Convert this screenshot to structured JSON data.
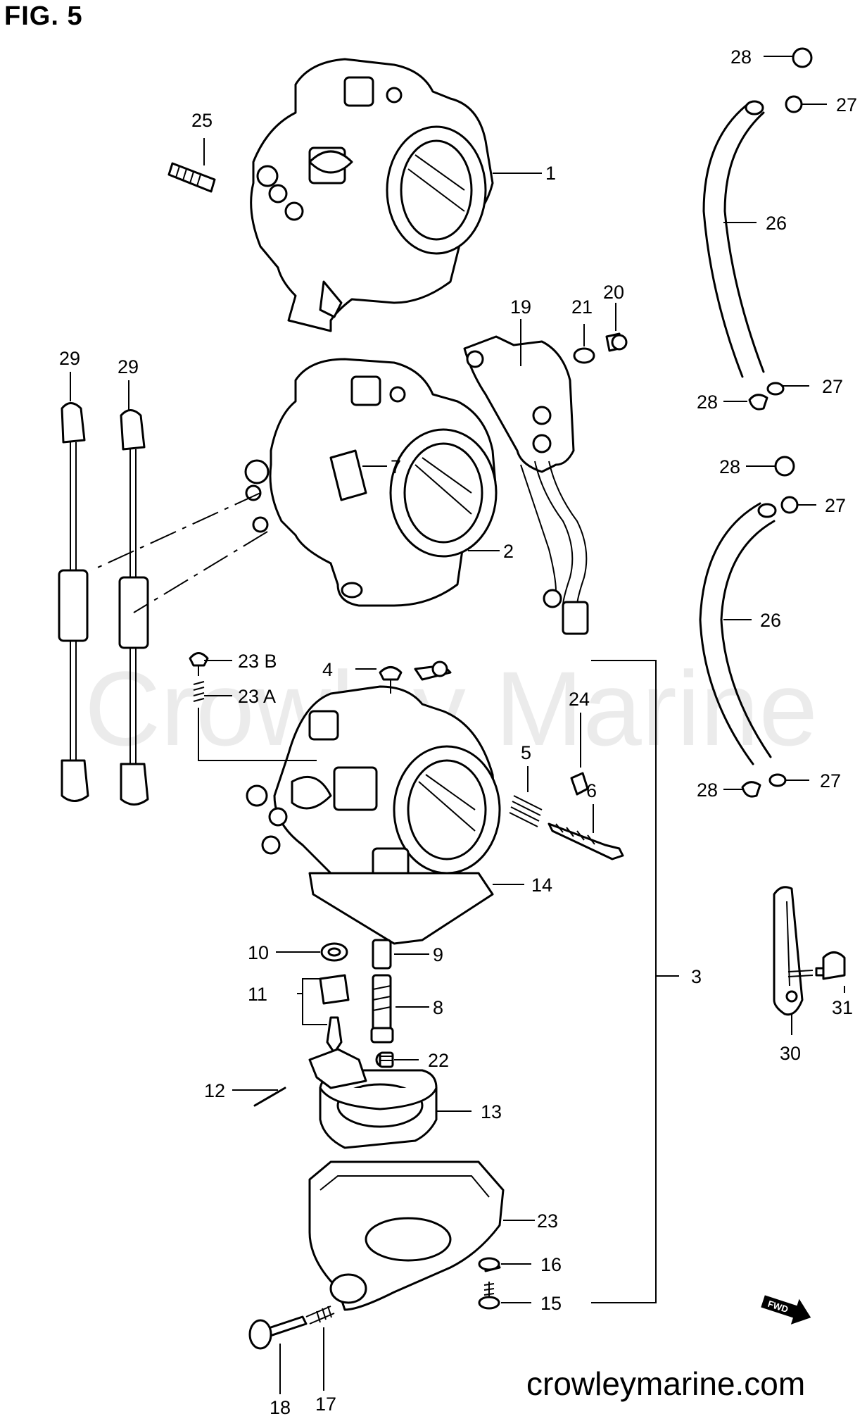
{
  "figure": {
    "title": "FIG. 5",
    "watermark_faint": "Crowley Marine",
    "watermark_site": "crowleymarine.com",
    "fwd_badge": "FWD"
  },
  "callouts": [
    {
      "id": "c1",
      "text": "1"
    },
    {
      "id": "c2",
      "text": "2"
    },
    {
      "id": "c3",
      "text": "3"
    },
    {
      "id": "c4",
      "text": "4"
    },
    {
      "id": "c5",
      "text": "5"
    },
    {
      "id": "c6",
      "text": "6"
    },
    {
      "id": "c7",
      "text": "7"
    },
    {
      "id": "c8",
      "text": "8"
    },
    {
      "id": "c9",
      "text": "9"
    },
    {
      "id": "c10",
      "text": "10"
    },
    {
      "id": "c11",
      "text": "11"
    },
    {
      "id": "c12",
      "text": "12"
    },
    {
      "id": "c13",
      "text": "13"
    },
    {
      "id": "c14",
      "text": "14"
    },
    {
      "id": "c15",
      "text": "15"
    },
    {
      "id": "c16",
      "text": "16"
    },
    {
      "id": "c17",
      "text": "17"
    },
    {
      "id": "c18",
      "text": "18"
    },
    {
      "id": "c19",
      "text": "19"
    },
    {
      "id": "c20",
      "text": "20"
    },
    {
      "id": "c21",
      "text": "21"
    },
    {
      "id": "c22",
      "text": "22"
    },
    {
      "id": "c23",
      "text": "23"
    },
    {
      "id": "c23a",
      "text": "23 A"
    },
    {
      "id": "c23b",
      "text": "23 B"
    },
    {
      "id": "c24",
      "text": "24"
    },
    {
      "id": "c25",
      "text": "25"
    },
    {
      "id": "c26a",
      "text": "26"
    },
    {
      "id": "c26b",
      "text": "26"
    },
    {
      "id": "c27a",
      "text": "27"
    },
    {
      "id": "c27b",
      "text": "27"
    },
    {
      "id": "c27c",
      "text": "27"
    },
    {
      "id": "c27d",
      "text": "27"
    },
    {
      "id": "c28a",
      "text": "28"
    },
    {
      "id": "c28b",
      "text": "28"
    },
    {
      "id": "c28c",
      "text": "28"
    },
    {
      "id": "c28d",
      "text": "28"
    },
    {
      "id": "c29a",
      "text": "29"
    },
    {
      "id": "c29b",
      "text": "29"
    },
    {
      "id": "c30",
      "text": "30"
    },
    {
      "id": "c31",
      "text": "31"
    }
  ]
}
